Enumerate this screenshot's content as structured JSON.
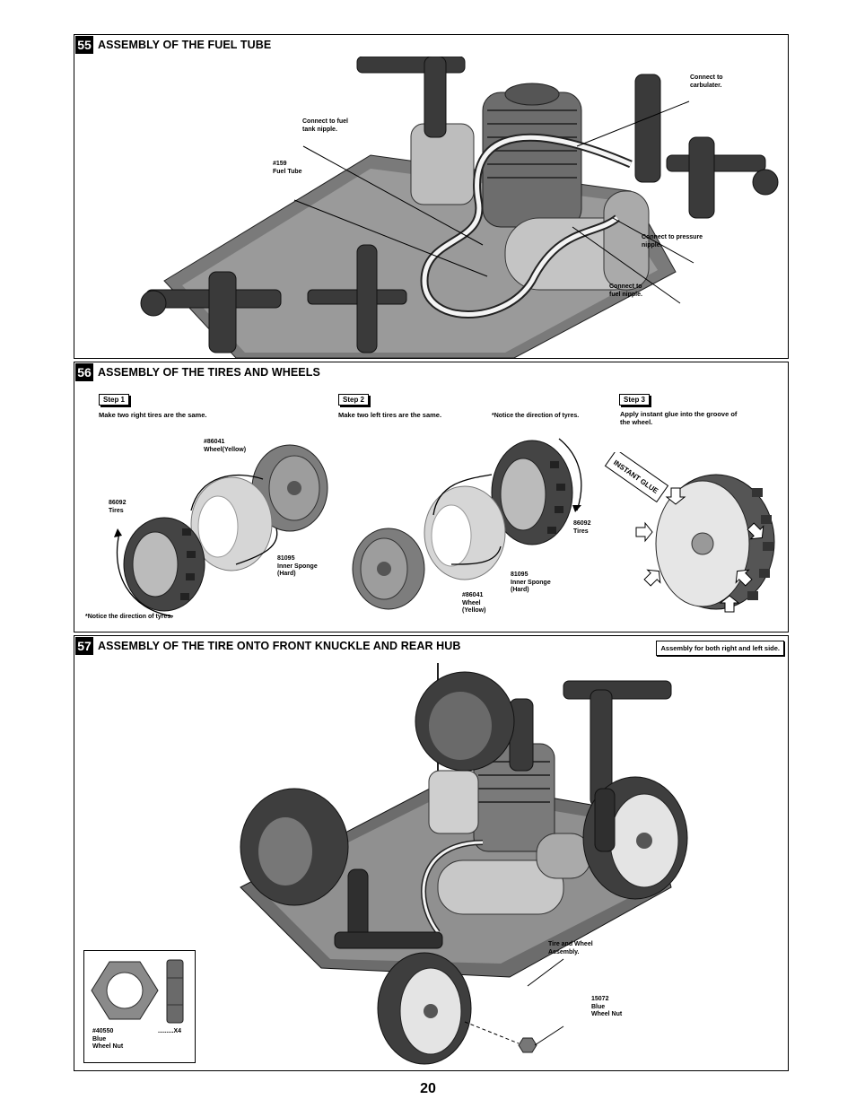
{
  "page_number": "20",
  "s55": {
    "num": "55",
    "title": "ASSEMBLY OF THE FUEL TUBE",
    "labels": {
      "carb": "Connect to\ncarbulater.",
      "tank": "Connect to fuel\ntank nipple.",
      "tube": "#159\nFuel Tube",
      "pressure": "Connect to pressure\nnipple.",
      "fuel": "Connect to\nfuel nipple."
    }
  },
  "s56": {
    "num": "56",
    "title": "ASSEMBLY OF THE TIRES AND WHEELS",
    "step1": {
      "label": "Step 1",
      "text": "Make two right tires are the same."
    },
    "step2": {
      "label": "Step 2",
      "text": "Make two left tires are the same."
    },
    "step3": {
      "label": "Step 3",
      "text": "Apply instant glue into the groove of\nthe wheel."
    },
    "notice_top": "*Notice the direction of tyres.",
    "notice_bottom": "*Notice the direction of tyres.",
    "labels": {
      "wheel1": "#86041\nWheel(Yellow)",
      "tires1": "86092\nTires",
      "sponge1": "81095\nInner Sponge\n(Hard)",
      "tires2": "86092\nTires",
      "sponge2": "81095\nInner Sponge\n(Hard)",
      "wheel2": "#86041\nWheel\n(Yellow)"
    },
    "glue_tag": "INSTANT GLUE"
  },
  "s57": {
    "num": "57",
    "title": "ASSEMBLY OF THE TIRE ONTO FRONT KNUCKLE AND REAR HUB",
    "note": "Assembly for both right and left side.",
    "labels": {
      "tire_assy": "Tire and Wheel\nAssembly.",
      "nut_blue": "15072\nBlue\nWheel Nut"
    },
    "inset": {
      "part": "#40550\nBlue\nWheel Nut",
      "qty": ".........X4"
    }
  },
  "colors": {
    "ink": "#000000",
    "art_dark": "#3a3a3a",
    "art_mid": "#8a8a8a",
    "art_light": "#d0d0d0"
  }
}
